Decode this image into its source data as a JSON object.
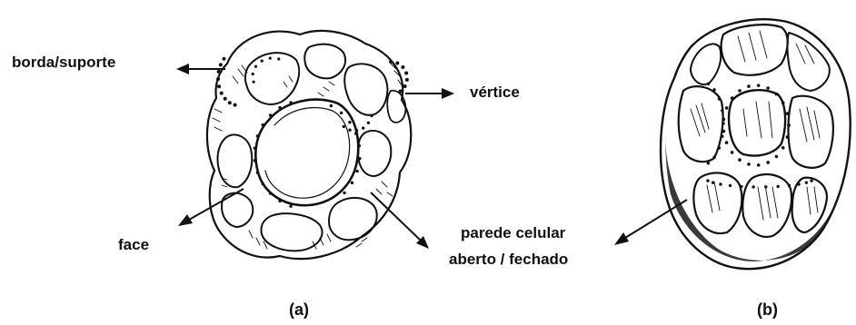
{
  "labels": {
    "edge_support": "borda/suporte",
    "vertex": "vértice",
    "face": "face",
    "cell_wall_line1": "parede celular",
    "cell_wall_line2": "aberto / fechado"
  },
  "captions": {
    "open_cell": "(a)",
    "closed_cell": "(b)"
  },
  "colors": {
    "ink": "#111111",
    "background": "#ffffff",
    "wall_shading": "#3a3a3a"
  }
}
